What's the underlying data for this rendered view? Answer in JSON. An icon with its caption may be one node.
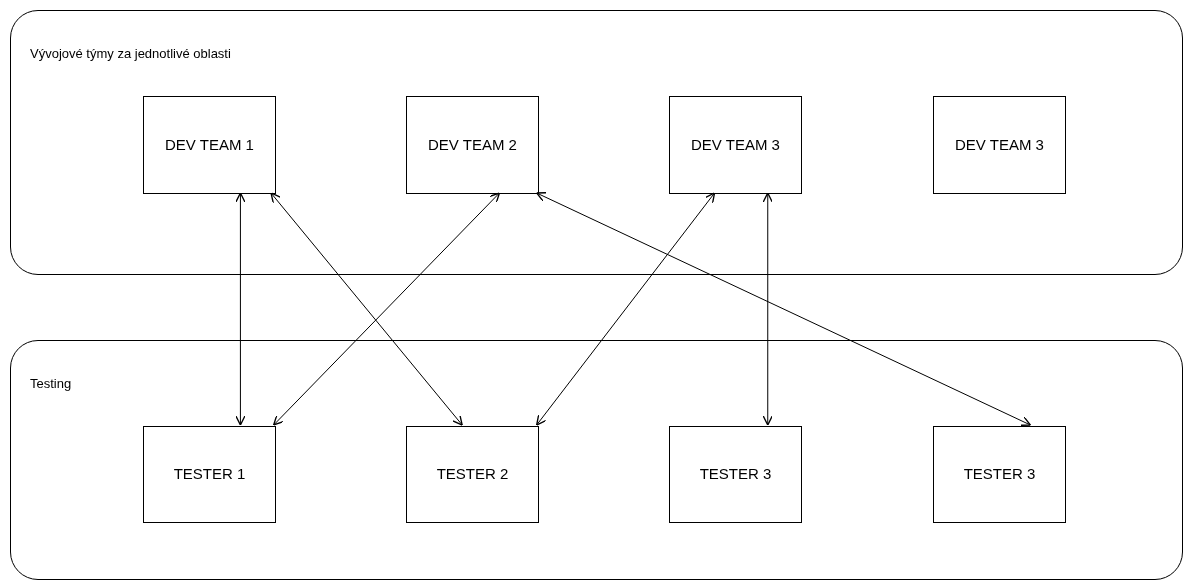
{
  "diagram": {
    "nodes": [
      {
        "text": [
          "Vývojové týmy za jednotlivé oblasti"
        ]
      },
      {
        "text": [
          "DEV TEAM 1"
        ],
        "in": 0
      },
      {
        "text": [
          "DEV TEAM 2"
        ],
        "in": 0
      },
      {
        "text": [
          "DEV TEAM 3"
        ],
        "in": 0
      },
      {
        "text": [
          "DEV TEAM 3"
        ],
        "in": 0
      },
      {
        "text": [
          "Testing"
        ]
      },
      {
        "text": [
          "TESTER 1"
        ],
        "in": 5
      },
      {
        "text": [
          "TESTER 2"
        ],
        "in": 5
      },
      {
        "text": [
          "TESTER 3"
        ],
        "in": 5
      },
      {
        "text": [
          "TESTER 3"
        ],
        "in": 5
      }
    ],
    "edges": [
      {
        "from": 1,
        "to": 6,
        "arrow": "both"
      },
      {
        "from": 1,
        "to": 7,
        "arrow": "both"
      },
      {
        "from": 2,
        "to": 6,
        "arrow": "both"
      },
      {
        "from": 3,
        "to": 7,
        "arrow": "both"
      },
      {
        "from": 3,
        "to": 8,
        "arrow": "both"
      },
      {
        "from": 2,
        "to": 9,
        "arrow": "both"
      }
    ]
  }
}
